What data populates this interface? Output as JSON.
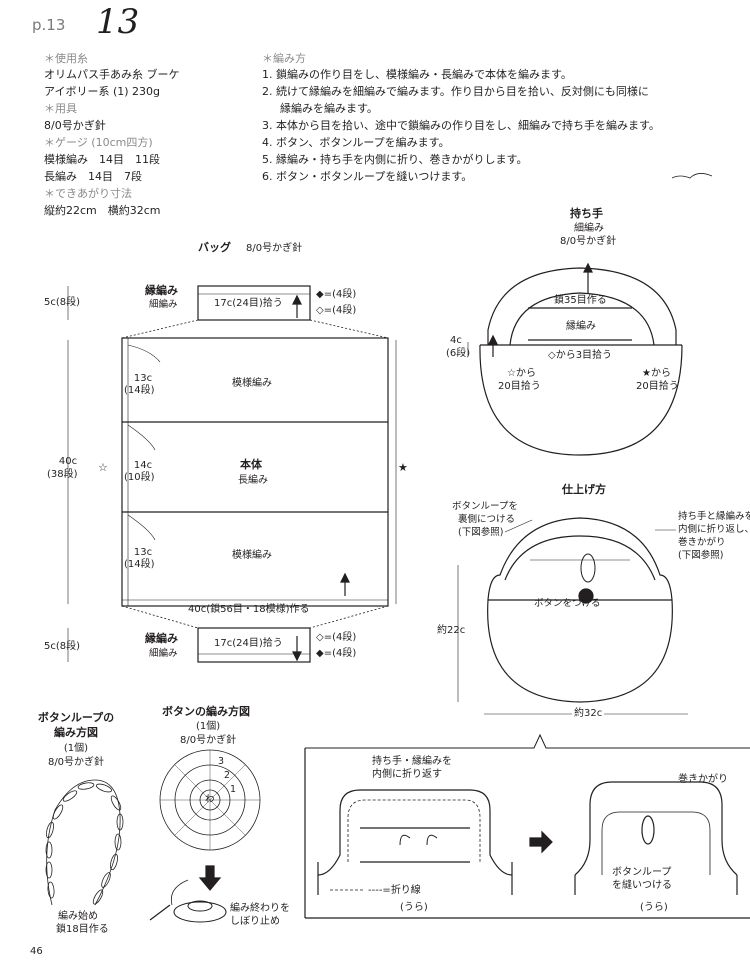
{
  "header": {
    "page_ref": "p.13",
    "pattern_no": "13"
  },
  "materials": {
    "yarn_heading": "＊使用糸",
    "yarn_name": "オリムパス手あみ糸 ブーケ",
    "yarn_color": "アイボリー系 (1) 230g",
    "tools_heading": "＊用具",
    "hook": "8/0号かぎ針",
    "gauge_heading": "＊ゲージ (10cm四方)",
    "gauge_pattern": "模様編み　14目　11段",
    "gauge_dc": "長編み　14目　7段",
    "size_heading": "＊できあがり寸法",
    "size": "縦約22cm　横約32cm"
  },
  "method": {
    "heading": "＊編み方",
    "steps": [
      "1. 鎖編みの作り目をし、模様編み・長編みで本体を編みます。",
      "2. 続けて縁編みを細編みで編みます。作り目から目を拾い、反対側にも同様に",
      "縁編みを編みます。",
      "3. 本体から目を拾い、途中で鎖編みの作り目をし、細編みで持ち手を編みます。",
      "4. ボタン、ボタンループを編みます。",
      "5. 縁編み・持ち手を内側に折り、巻きかがりします。",
      "6. ボタン・ボタンループを縫いつけます。"
    ]
  },
  "bag": {
    "title": "バッグ",
    "hook": "8/0号かぎ針",
    "edge_top_label": "縁編み",
    "edge_top_sub": "細編み",
    "edge_top_pickup": "17c(24目)拾う",
    "edge_top_h": "5c(8段)",
    "mark_filled_top": "◆=(4段)",
    "mark_open_top": "◇=(4段)",
    "sec1_h": "13c",
    "sec1_rows": "(14段)",
    "sec1_label": "模様編み",
    "sec2_h": "14c",
    "sec2_rows": "(10段)",
    "body_label": "本体",
    "body_sub": "長編み",
    "sec3_h": "13c",
    "sec3_rows": "(14段)",
    "sec3_label": "模様編み",
    "total_h": "40c",
    "total_rows": "(38段)",
    "star_open": "☆",
    "star_filled": "★",
    "foundation": "40c(鎖56目・18模様)作る",
    "edge_bot_label": "縁編み",
    "edge_bot_sub": "細編み",
    "edge_bot_pickup": "17c(24目)拾う",
    "edge_bot_h": "5c(8段)",
    "mark_open_bot": "◇=(4段)",
    "mark_filled_bot": "◆=(4段)"
  },
  "handle": {
    "title": "持ち手",
    "stitch": "細編み",
    "hook": "8/0号かぎ針",
    "chain": "鎖35目作る",
    "edge": "縁編み",
    "height": "4c",
    "rows": "(6段)",
    "from_diamond": "◇から3目拾う",
    "from_star_open": "☆から",
    "pick_left": "20目拾う",
    "from_star_filled": "★から",
    "pick_right": "20目拾う"
  },
  "finish": {
    "title": "仕上げ方",
    "loop_note_1": "ボタンループを",
    "loop_note_2": "裏側につける",
    "loop_note_3": "(下図参照)",
    "fold_note_1": "持ち手と縁編みを",
    "fold_note_2": "内側に折り返し、",
    "fold_note_3": "巻きかがり",
    "fold_note_4": "(下図参照)",
    "button_note": "ボタンをつける",
    "height": "約22c",
    "width": "約32c"
  },
  "button_loop": {
    "title_1": "ボタンループの",
    "title_2": "編み方図",
    "count": "(1個)",
    "hook": "8/0号かぎ針",
    "start_1": "編み始め",
    "start_2": "鎖18目作る"
  },
  "button": {
    "title": "ボタンの編み方図",
    "count": "(1個)",
    "hook": "8/0号かぎ針",
    "ring": "わ",
    "r3": "3",
    "r2": "2",
    "r1": "1",
    "end_1": "編み終わりを",
    "end_2": "しぼり止め"
  },
  "detail": {
    "fold_1": "持ち手・縁編みを",
    "fold_2": "内側に折り返す",
    "fold_line": "----=折り線",
    "inside_left": "(うら)",
    "whip": "巻きかがり",
    "sew_1": "ボタンループ",
    "sew_2": "を縫いつける",
    "inside_right": "(うら)"
  },
  "footer": {
    "page_number": "46"
  }
}
